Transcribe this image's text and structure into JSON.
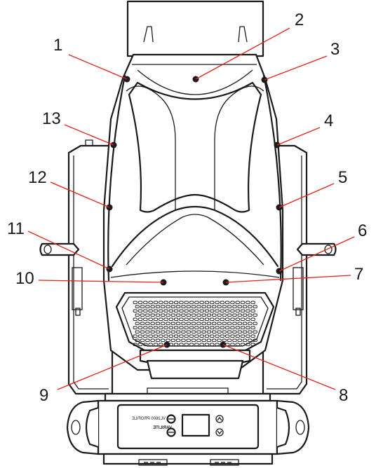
{
  "callouts": [
    {
      "id": "1",
      "label": "1"
    },
    {
      "id": "2",
      "label": "2"
    },
    {
      "id": "3",
      "label": "3"
    },
    {
      "id": "4",
      "label": "4"
    },
    {
      "id": "5",
      "label": "5"
    },
    {
      "id": "6",
      "label": "6"
    },
    {
      "id": "7",
      "label": "7"
    },
    {
      "id": "8",
      "label": "8"
    },
    {
      "id": "9",
      "label": "9"
    },
    {
      "id": "10",
      "label": "10"
    },
    {
      "id": "11",
      "label": "11"
    },
    {
      "id": "12",
      "label": "12"
    },
    {
      "id": "13",
      "label": "13"
    }
  ],
  "panel": {
    "brand": "VARILITE",
    "model": "VL2600 PROFILE"
  },
  "colors": {
    "callout_line": "#e2231a",
    "outline": "#1a1a1a"
  }
}
